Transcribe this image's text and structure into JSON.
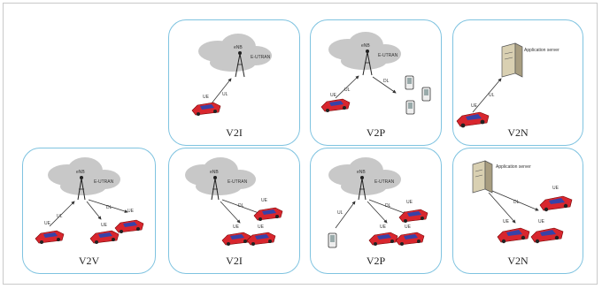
{
  "panels": {
    "v2i_top": {
      "label": "V2I",
      "station": "eNB",
      "cloud_text": "E-UTRAN",
      "link": "UL",
      "ue": [
        "UE"
      ]
    },
    "v2p_top": {
      "label": "V2P",
      "station": "eNB",
      "cloud_text": "E-UTRAN",
      "link": "UL",
      "link2": "DL",
      "ue": [
        "UE"
      ]
    },
    "v2n_top": {
      "label": "V2N",
      "server": "Application server",
      "link": "UL",
      "ue": [
        "UE"
      ]
    },
    "v2v": {
      "label": "V2V",
      "station": "eNB",
      "cloud_text": "E-UTRAN",
      "link": "UL",
      "link2": "DL",
      "ue": [
        "UE",
        "UE",
        "UE"
      ]
    },
    "v2i_bottom": {
      "label": "V2I",
      "station": "eNB",
      "cloud_text": "E-UTRAN",
      "link": "DL",
      "ue": [
        "UE",
        "UE",
        "UE"
      ]
    },
    "v2p_bottom": {
      "label": "V2P",
      "station": "eNB",
      "cloud_text": "E-UTRAN",
      "link": "UL",
      "link2": "DL",
      "ue": [
        "UE",
        "UE",
        "UE"
      ]
    },
    "v2n_bottom": {
      "label": "V2N",
      "server": "Application server",
      "link": "DL",
      "ue": [
        "UE",
        "UE",
        "UE"
      ]
    }
  },
  "colors": {
    "border": "#7fc3e0",
    "cloud": "#c8c8c8",
    "car": "#d8262e",
    "car_roof": "#3742a8"
  }
}
